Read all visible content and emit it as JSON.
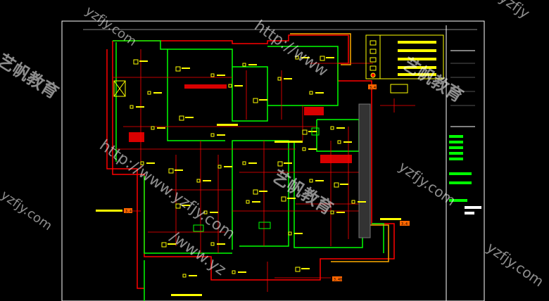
{
  "colors": {
    "background": "#000000",
    "frame": "#ffffff",
    "wall_red": "#ff0000",
    "wall_green": "#00ff00",
    "dim_yellow": "#ffff00",
    "accent_orange": "#ffaa00",
    "watermark": "#ffffff"
  },
  "watermarks": {
    "brand_cn": "艺帆教育",
    "url_full": "http://www.yzfjy.com",
    "url_part": "yzfjy.com",
    "domain_tail": "yzfjy",
    "http_part": "http://www",
    "www_yz": "/www.yz"
  },
  "drawing_tags": {
    "tag_right": "3.4",
    "tag_lower_right": "3.4",
    "tag_bottom": "3.40",
    "tag_mid": "3.4"
  },
  "icons": {
    "light": "light-fixture-icon",
    "outlet": "outlet-icon",
    "switch": "switch-icon"
  }
}
